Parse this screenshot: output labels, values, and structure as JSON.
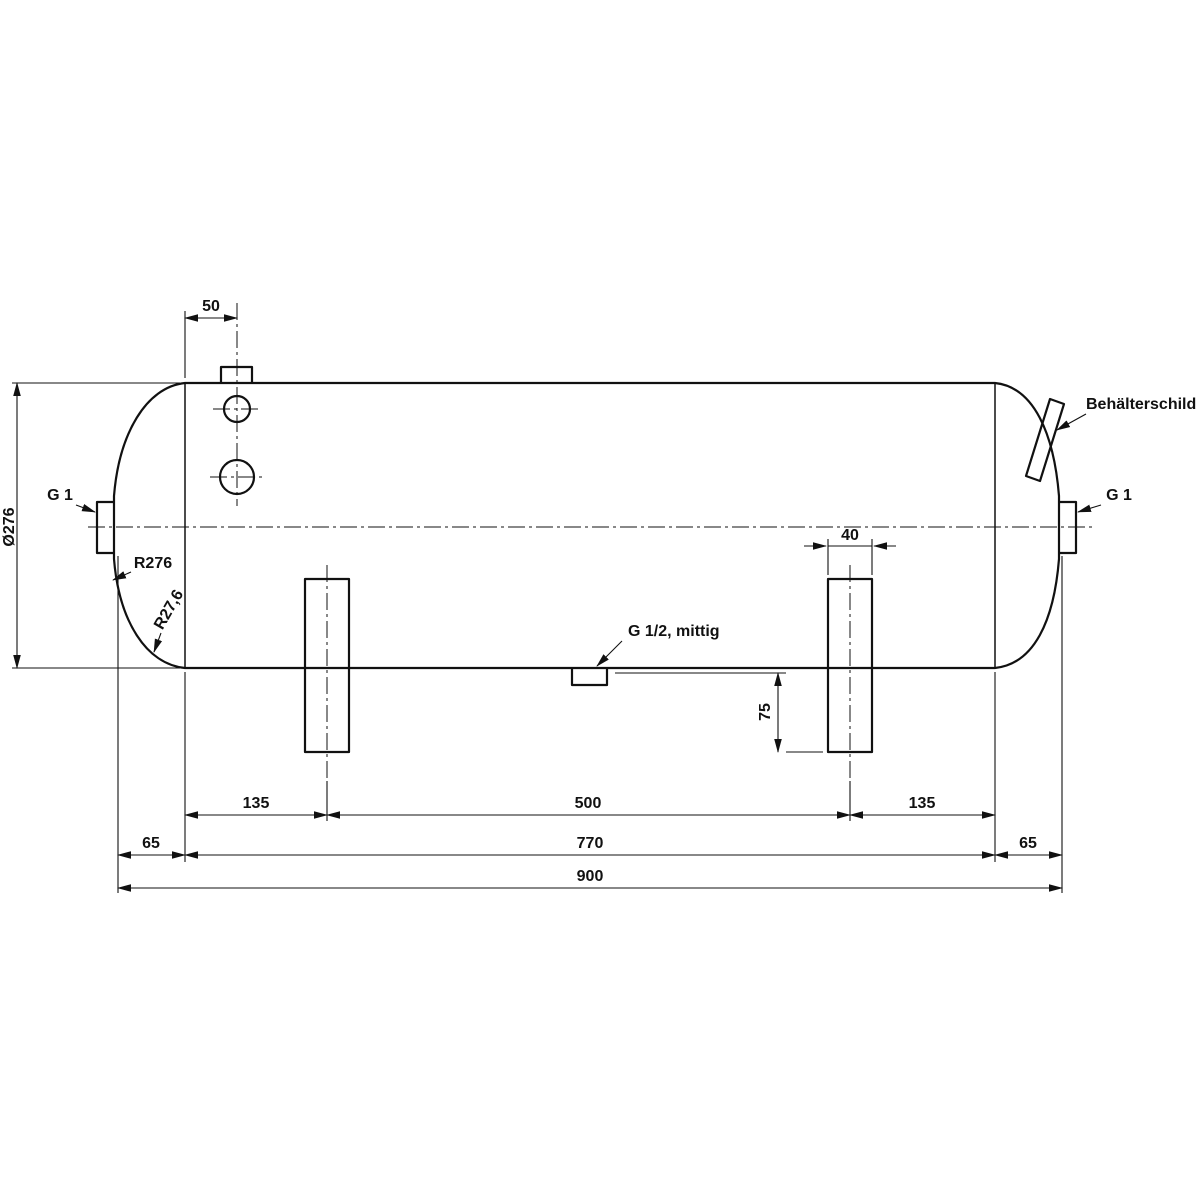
{
  "labels": {
    "vessel_plate": "Behälterschild",
    "port_left": "G 1",
    "port_right": "G 1",
    "port_bottom": "G 1/2, mittig",
    "radius_crown": "R276",
    "radius_knuckle": "R27,6",
    "diameter": "Ø276"
  },
  "dimensions": {
    "nozzle_offset": "50",
    "leg_width": "40",
    "ground_clearance": "75",
    "leg_offset_left": "135",
    "leg_spacing": "500",
    "leg_offset_right": "135",
    "tangent_length": "770",
    "head_left": "65",
    "head_right": "65",
    "overall_length": "900"
  },
  "colors": {
    "ink": "#111111",
    "paper": "#ffffff"
  }
}
